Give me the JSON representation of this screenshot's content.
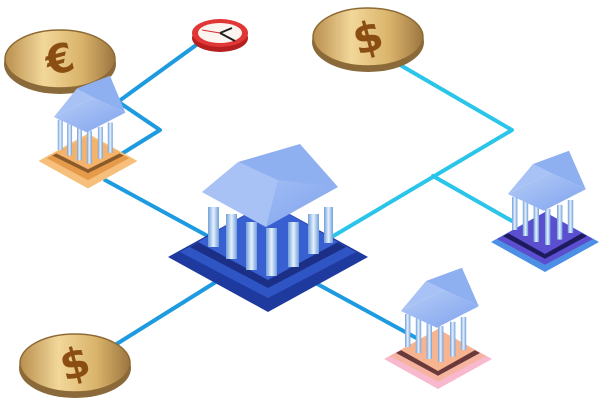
{
  "diagram": {
    "type": "banking-network-illustration",
    "colors": {
      "background": "#ffffff",
      "connector_dark": "#1e9be0",
      "connector_light": "#2bc5ea",
      "coin_gold": "#d9b36a",
      "coin_symbol": "#8a4d12",
      "bank_roof": "#8fb0f0",
      "bank_column": "#a9c8f2",
      "clock_rim": "#d62b2b",
      "central_base": "#1f3a9e",
      "left_base": "#f4b26a",
      "right_base": "#5b4fcf",
      "bottom_base": "#f6b4c4"
    },
    "nodes": [
      {
        "id": "central-bank",
        "kind": "bank",
        "label": ""
      },
      {
        "id": "bank-left",
        "kind": "bank",
        "base_color": "orange"
      },
      {
        "id": "bank-right",
        "kind": "bank",
        "base_color": "purple"
      },
      {
        "id": "bank-bottom",
        "kind": "bank",
        "base_color": "pink"
      },
      {
        "id": "coin-euro",
        "kind": "coin",
        "symbol": "€"
      },
      {
        "id": "coin-dollar-top",
        "kind": "coin",
        "symbol": "$"
      },
      {
        "id": "coin-dollar-bottom",
        "kind": "coin",
        "symbol": "$"
      },
      {
        "id": "clock",
        "kind": "clock"
      }
    ]
  }
}
